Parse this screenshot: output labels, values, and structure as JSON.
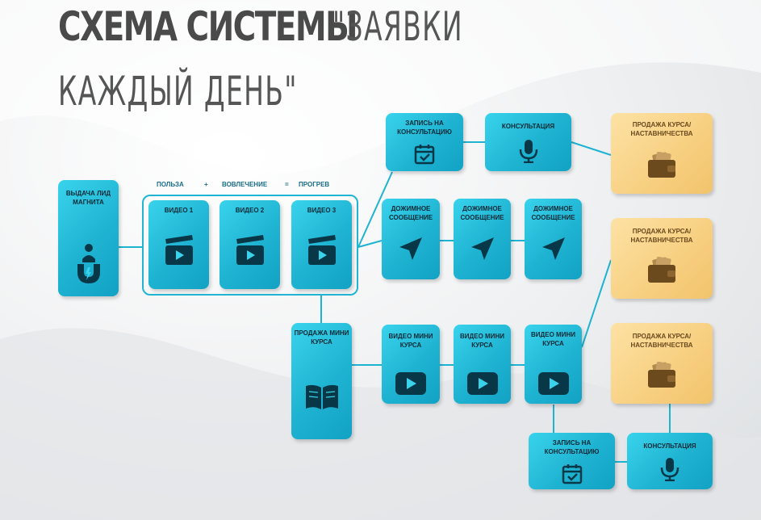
{
  "title": {
    "bold": "СХЕМА СИСТЕМЫ",
    "thin": "\"ЗАЯВКИ",
    "line2": "КАЖДЫЙ ДЕНЬ\""
  },
  "header": {
    "benefit": "ПОЛЬЗА",
    "plus": "+",
    "engagement": "ВОВЛЕЧЕНИЕ",
    "equals": "=",
    "warmup": "ПРОГРЕВ"
  },
  "lead": {
    "label": "ВЫДАЧА ЛИД МАГНИТА",
    "icon": "magnet-person-icon"
  },
  "videos": [
    {
      "label": "ВИДЕО 1",
      "icon": "clapperboard-icon"
    },
    {
      "label": "ВИДЕО 2",
      "icon": "clapperboard-icon"
    },
    {
      "label": "ВИДЕО 3",
      "icon": "clapperboard-icon"
    }
  ],
  "top_branch": {
    "booking": {
      "label": "ЗАПИСЬ НА КОНСУЛЬТАЦИЮ",
      "icon": "calendar-check-icon"
    },
    "consult": {
      "label": "КОНСУЛЬТАЦИЯ",
      "icon": "microphone-icon"
    },
    "sale": {
      "label": "ПРОДАЖА КУРСА/ НАСТАВНИЧЕСТВА",
      "icon": "wallet-icon"
    }
  },
  "followups": [
    {
      "label": "ДОЖИМНОЕ СООБЩЕНИЕ",
      "icon": "send-icon"
    },
    {
      "label": "ДОЖИМНОЕ СООБЩЕНИЕ",
      "icon": "send-icon"
    },
    {
      "label": "ДОЖИМНОЕ СООБЩЕНИЕ",
      "icon": "send-icon"
    }
  ],
  "mini_sale": {
    "label": "ПРОДАЖА МИНИ КУРСА",
    "icon": "book-icon"
  },
  "mini_videos": [
    {
      "label": "ВИДЕО МИНИ КУРСА",
      "icon": "play-icon"
    },
    {
      "label": "ВИДЕО МИНИ КУРСА",
      "icon": "play-icon"
    },
    {
      "label": "ВИДЕО МИНИ КУРСА",
      "icon": "play-icon"
    }
  ],
  "sales_right": [
    {
      "label": "ПРОДАЖА КУРСА/ НАСТАВНИЧЕСТВА",
      "icon": "wallet-icon"
    },
    {
      "label": "ПРОДАЖА КУРСА/ НАСТАВНИЧЕСТВА",
      "icon": "wallet-icon"
    }
  ],
  "bottom_branch": {
    "booking": {
      "label": "ЗАПИСЬ НА КОНСУЛЬТАЦИЮ",
      "icon": "calendar-check-icon"
    },
    "consult": {
      "label": "КОНСУЛЬТАЦИЯ",
      "icon": "microphone-icon"
    }
  },
  "colors": {
    "cyan": "#1fb3d2",
    "orange": "#f7cf80",
    "icon_dark": "#083847",
    "wallet": "#6b4a1e"
  }
}
